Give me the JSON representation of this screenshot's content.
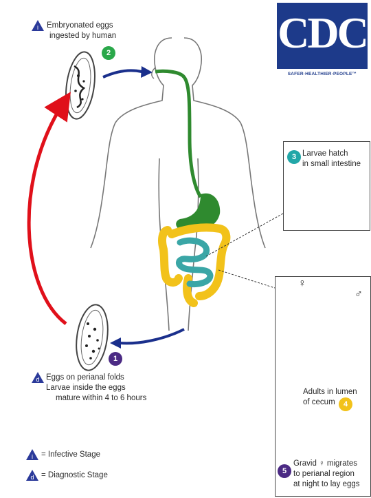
{
  "logo": {
    "letters": "CDC",
    "tagline": "SAFER·HEALTHIER·PEOPLE™",
    "color": "#1d3a8a"
  },
  "stages": {
    "step1": {
      "number": "1",
      "lines": [
        "Embryonated eggs",
        "ingested by human"
      ],
      "number_label": "2",
      "marker": "i"
    },
    "step3": {
      "number": "3",
      "lines": [
        "Larvae hatch",
        "in small intestine"
      ]
    },
    "step4": {
      "number": "4",
      "lines": [
        "Adults in lumen",
        "of cecum"
      ]
    },
    "step5": {
      "number": "5",
      "lines": [
        "Gravid",
        "migrates",
        "to perianal region",
        "at night to lay eggs"
      ]
    },
    "step1b": {
      "number": "1",
      "marker": "d",
      "lines": [
        "Eggs on perianal folds",
        "Larvae inside the eggs",
        "mature within 4 to 6 hours"
      ]
    }
  },
  "sex_symbols": {
    "female": "♀",
    "male": "♂"
  },
  "legend": [
    {
      "marker": "i",
      "text": "= Infective Stage"
    },
    {
      "marker": "d",
      "text": "= Diagnostic Stage"
    }
  ],
  "colors": {
    "marker_blue": "#2b3a9a",
    "step2_green": "#2aa84a",
    "step3_teal": "#22a7a8",
    "step4_yellow": "#f2c21a",
    "step5_purple": "#4b2a84",
    "gut_green": "#2f8a2f",
    "colon_yellow": "#f2c21a",
    "small_intestine_teal": "#3aa6a6",
    "cycle_red": "#e0101a",
    "arrow_navy": "#1a2f8c"
  }
}
